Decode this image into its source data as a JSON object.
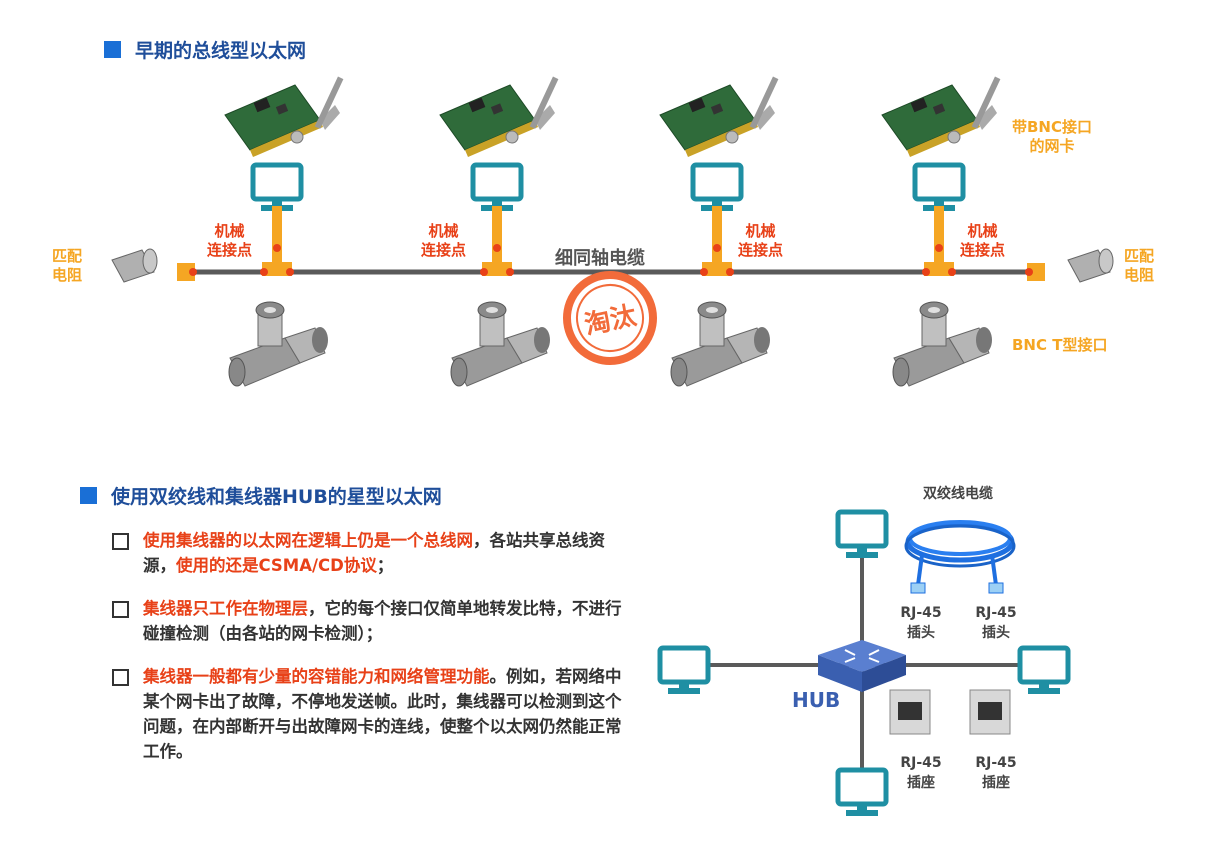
{
  "bus_section": {
    "title": "早期的总线型以太网",
    "nic_label_line1": "带BNC接口",
    "nic_label_line2": "的网卡",
    "mech_line1": "机械",
    "mech_line2": "连接点",
    "cable_label": "细同轴电缆",
    "terminator_line1": "匹配",
    "terminator_line2": "电阻",
    "tconn_label": "BNC T型接口",
    "stamp_text": "淘汰"
  },
  "star_section": {
    "title": "使用双绞线和集线器HUB的星型以太网",
    "bullets": [
      {
        "seg1": "使用集线器的以太网在逻辑上仍是一个总线网",
        "seg2": "，各站共享总线资源，",
        "seg3": "使用的还是CSMA/CD协议",
        "seg4": "；"
      },
      {
        "seg1": "集线器只工作在物理层",
        "seg2": "，它的每个接口仅简单地转发比特，不进行碰撞检测（由各站的网卡检测）；"
      },
      {
        "seg1": "集线器一般都有少量的容错能力和网络管理功能",
        "seg2": "。例如，若网络中某个网卡出了故障，不停地发送帧。此时，集线器可以检测到这个问题，在内部断开与出故障网卡的连线，使整个以太网仍然能正常工作。"
      }
    ],
    "hub_label": "HUB",
    "cable_label": "双绞线电缆",
    "plug_line1": "RJ-45",
    "plug_line2": "插头",
    "jack_line1": "RJ-45",
    "jack_line2": "插座"
  },
  "colors": {
    "blue_square": "#1a6fd6",
    "orange": "#f5a623",
    "red": "#e84118",
    "monitor_teal": "#1f8fa3",
    "cable_gray": "#5a5a5a",
    "hub_blue": "#3a5fb0"
  }
}
